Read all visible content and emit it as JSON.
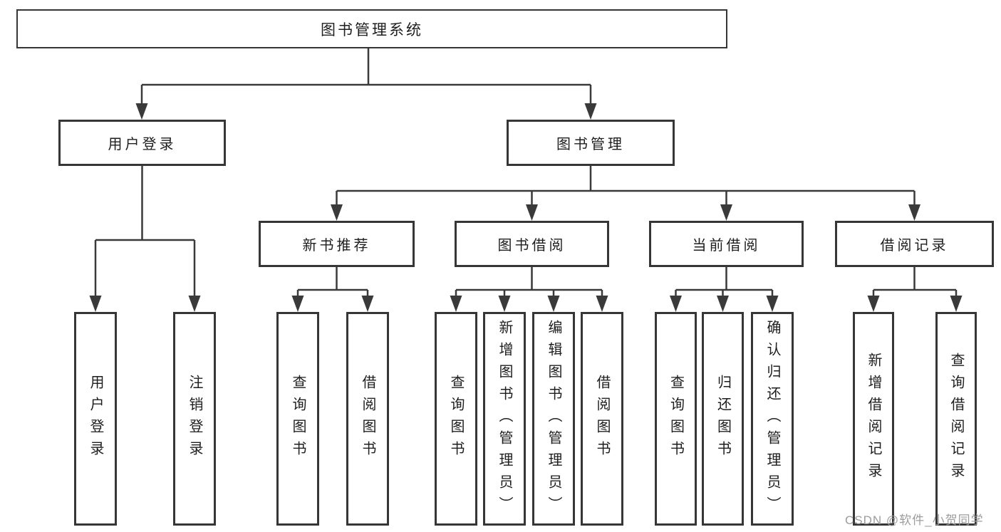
{
  "diagram_type": "tree",
  "tree": {
    "root": {
      "label": "图书管理系统",
      "children": [
        {
          "label": "用户登录",
          "children": [
            {
              "label": "用户登录"
            },
            {
              "label": "注销登录"
            }
          ]
        },
        {
          "label": "图书管理",
          "children": [
            {
              "label": "新书推荐",
              "children": [
                {
                  "label": "查询图书"
                },
                {
                  "label": "借阅图书"
                }
              ]
            },
            {
              "label": "图书借阅",
              "children": [
                {
                  "label": "查询图书"
                },
                {
                  "label": "新增图书（管理员）"
                },
                {
                  "label": "编辑图书（管理员）"
                },
                {
                  "label": "借阅图书"
                }
              ]
            },
            {
              "label": "当前借阅",
              "children": [
                {
                  "label": "查询图书"
                },
                {
                  "label": "归还图书"
                },
                {
                  "label": "确认归还（管理员）"
                }
              ]
            },
            {
              "label": "借阅记录",
              "children": [
                {
                  "label": "新增借阅记录"
                },
                {
                  "label": "查询借阅记录"
                }
              ]
            }
          ]
        }
      ]
    }
  },
  "watermark": {
    "text": "CSDN @软件_小贺同学"
  },
  "colors": {
    "background": "#ffffff",
    "box_border": "#363636",
    "connector_line": "#3a3a3a",
    "text": "#1e1e1e",
    "watermark_text": "#9c9c9c"
  }
}
